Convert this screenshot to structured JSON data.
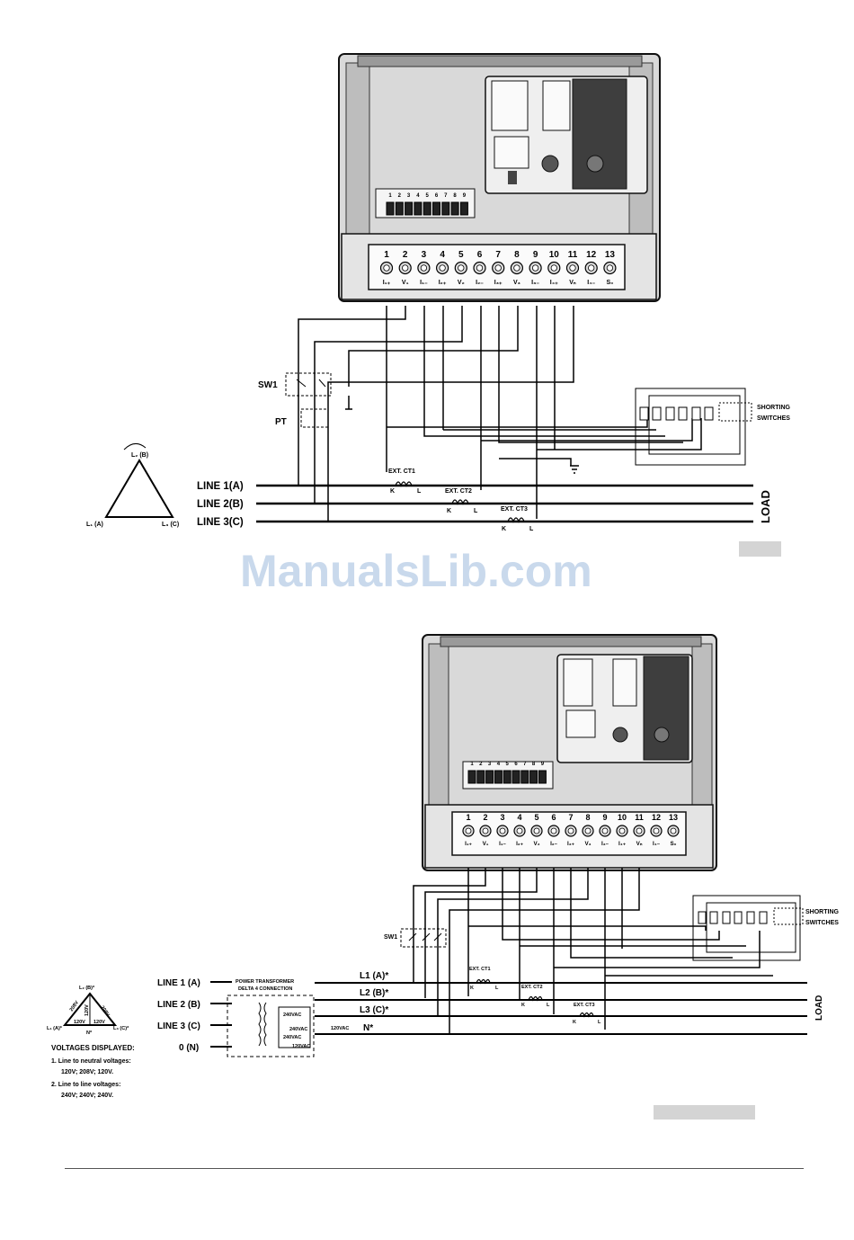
{
  "watermark": "ManualsLib.com",
  "diagram1": {
    "terminal_numbers": [
      "1",
      "2",
      "3",
      "4",
      "5",
      "6",
      "7",
      "8",
      "9",
      "10",
      "11",
      "12",
      "13"
    ],
    "terminal_labels": [
      "I₁₊",
      "V₁",
      "I₁₋",
      "I₂₊",
      "V₂",
      "I₂₋",
      "I₃₊",
      "V₃",
      "I₃₋",
      "I₄₊",
      "Vₙ",
      "I₄₋",
      "S₀"
    ],
    "aux_terminals": [
      "1",
      "2",
      "3",
      "4",
      "5",
      "6",
      "7",
      "8",
      "9"
    ],
    "sw1": "SW1",
    "pt": "PT",
    "lines": [
      "LINE 1(A)",
      "LINE 2(B)",
      "LINE 3(C)"
    ],
    "load": "LOAD",
    "cts": [
      "EXT. CT1",
      "EXT. CT2",
      "EXT. CT3"
    ],
    "ct_k": "K",
    "ct_l": "L",
    "shorting": [
      "SHORTING",
      "SWITCHES"
    ],
    "triangle": {
      "top": "L₂ (B)",
      "left": "L₁ (A)",
      "right": "L₃ (C)"
    }
  },
  "diagram2": {
    "terminal_numbers": [
      "1",
      "2",
      "3",
      "4",
      "5",
      "6",
      "7",
      "8",
      "9",
      "10",
      "11",
      "12",
      "13"
    ],
    "terminal_labels": [
      "I₁₊",
      "V₁",
      "I₁₋",
      "I₂₊",
      "V₂",
      "I₂₋",
      "I₃₊",
      "V₃",
      "I₃₋",
      "I₄₊",
      "Vₙ",
      "I₄₋",
      "S₀"
    ],
    "aux_terminals": [
      "1",
      "2",
      "3",
      "4",
      "5",
      "6",
      "7",
      "8",
      "9"
    ],
    "sw1": "SW1",
    "transformer_title": "POWER TRANSFORMER",
    "transformer_sub": "DELTA 4 CONNECTION",
    "lines_in": [
      "LINE 1 (A)",
      "LINE 2 (B)",
      "LINE 3 (C)",
      "0 (N)"
    ],
    "lines_out": [
      "L1 (A)*",
      "L2 (B)*",
      "L3 (C)*",
      "N*"
    ],
    "tx_values": [
      "240VAC",
      "240VAC",
      "240VAC",
      "120VAC",
      "120VAC"
    ],
    "load": "LOAD",
    "cts": [
      "EXT. CT1",
      "EXT. CT2",
      "EXT. CT3"
    ],
    "ct_k": "K",
    "ct_l": "L",
    "shorting": [
      "SHORTING",
      "SWITCHES"
    ],
    "triangle": {
      "top": "L₂ (B)*",
      "left": "L₁ (A)*",
      "right": "L₃ (C)*",
      "center": "N*",
      "sides": [
        "208V",
        "208V",
        "120V",
        "120V",
        "120V"
      ]
    },
    "voltages_title": "VOLTAGES  DISPLAYED:",
    "voltages": [
      "1. Line to neutral voltages:",
      "120V; 208V; 120V.",
      "2. Line to line voltages:",
      "240V; 240V; 240V."
    ]
  },
  "colors": {
    "ink": "#000000",
    "device_body": "#cfcfcf",
    "device_dark": "#3a3a3a",
    "watermark": "#c9d9ec",
    "gray_box": "#d4d4d4"
  }
}
